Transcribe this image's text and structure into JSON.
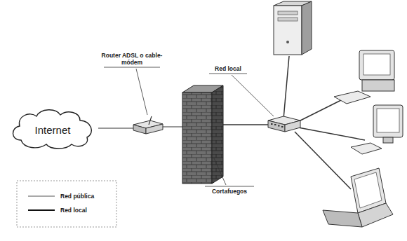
{
  "diagram": {
    "nodes": [
      {
        "text": [
          "Internet"
        ]
      }
    ],
    "labels": [
      "Router ADSL o cable-módem",
      "Red local",
      "Cortafuegos"
    ],
    "legend": [
      {
        "text": "Red pública"
      },
      {
        "text": "Red local"
      }
    ]
  }
}
